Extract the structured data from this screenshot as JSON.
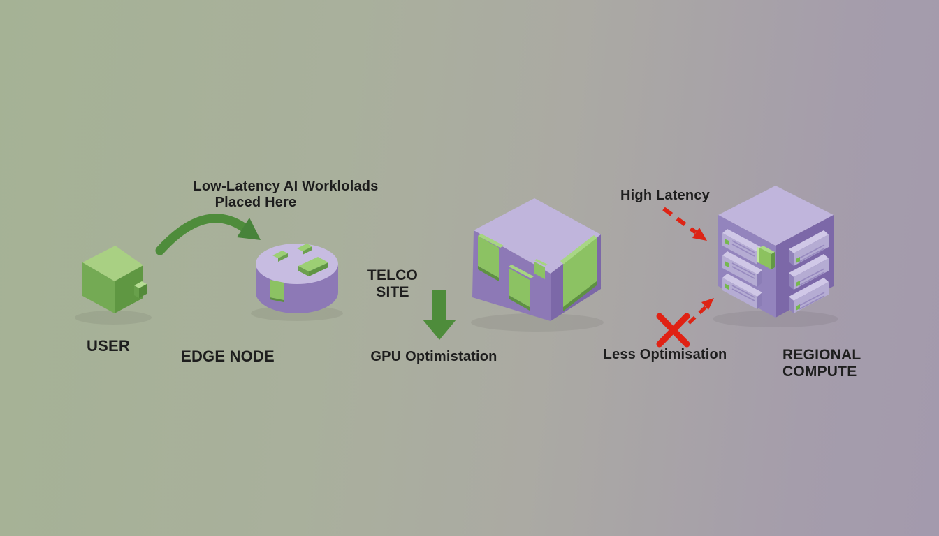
{
  "diagram": {
    "annotations": {
      "low_latency_line1": "Low-Latency AI Worklolads",
      "low_latency_line2": "Placed Here",
      "high_latency": "High Latency",
      "gpu_optimisation": "GPU Optimistation",
      "less_optimisation": "Less Optimisation"
    },
    "nodes": {
      "user": {
        "label": "USER"
      },
      "edge_node": {
        "label": "EDGE NODE"
      },
      "telco_site": {
        "label_line1": "TELCO",
        "label_line2": "SITE"
      },
      "regional_compute": {
        "label_line1": "REGIONAL",
        "label_line2": "COMPUTE"
      }
    },
    "colors": {
      "background_left": "#a5b295",
      "background_right": "#a39aad",
      "accent_green": "#4e8c3b",
      "cube_green_top": "#a9d083",
      "cube_green_left": "#74aa54",
      "cube_green_right": "#5f9742",
      "purple_top": "#c0b5dc",
      "purple_left": "#8d79b6",
      "purple_right": "#7c68a8",
      "panel_green": "#8cc263",
      "alert_red": "#dd2415",
      "text": "#1e1e1e"
    }
  }
}
